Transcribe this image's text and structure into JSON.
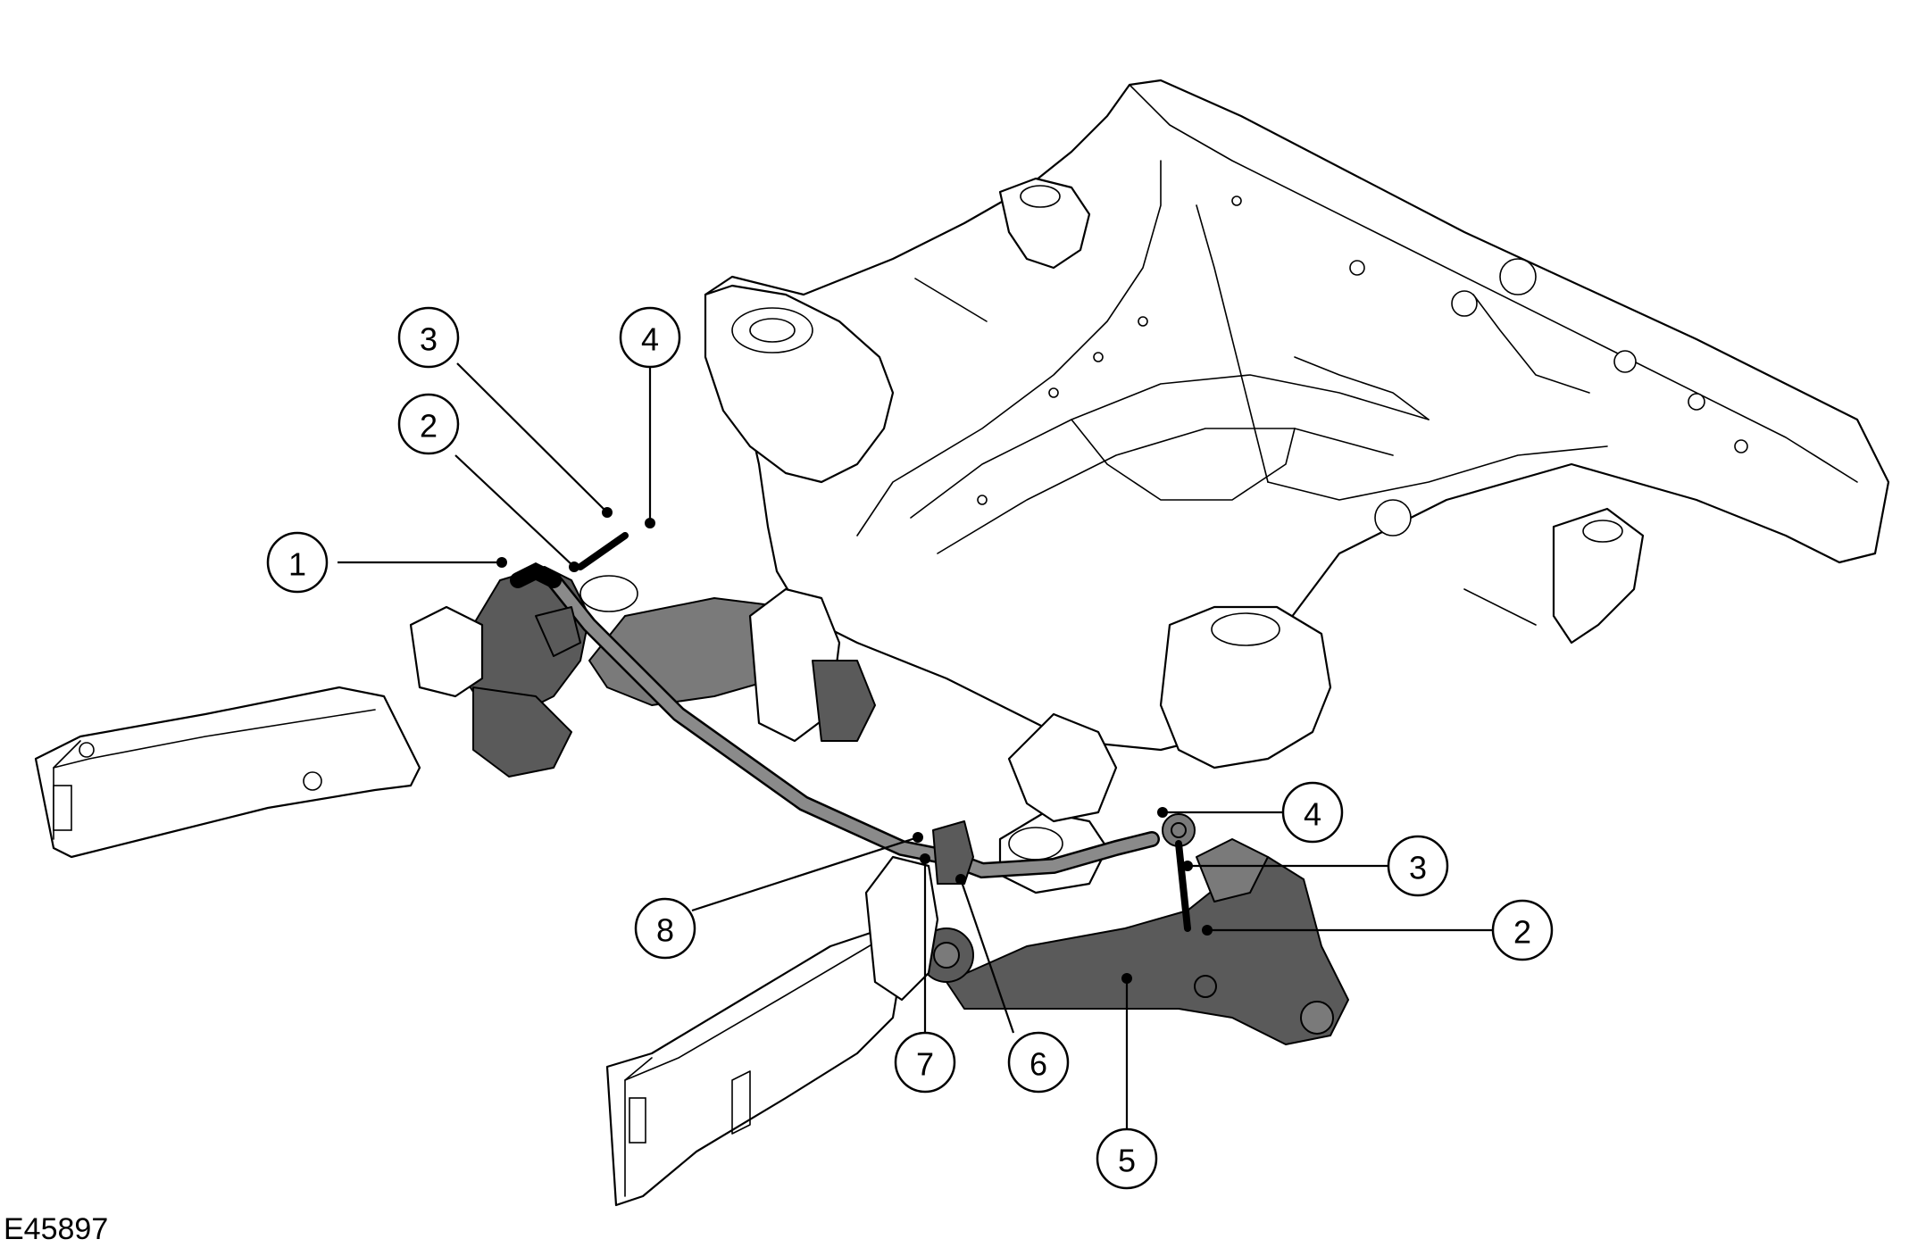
{
  "figure_id": "E45897",
  "callouts": [
    {
      "label": "1"
    },
    {
      "label": "2"
    },
    {
      "label": "3"
    },
    {
      "label": "4"
    },
    {
      "label": "4"
    },
    {
      "label": "3"
    },
    {
      "label": "2"
    },
    {
      "label": "8"
    },
    {
      "label": "7"
    },
    {
      "label": "6"
    },
    {
      "label": "5"
    }
  ],
  "colors": {
    "line": "#000000",
    "part_fill": "#5a5a5a",
    "background": "#ffffff"
  }
}
